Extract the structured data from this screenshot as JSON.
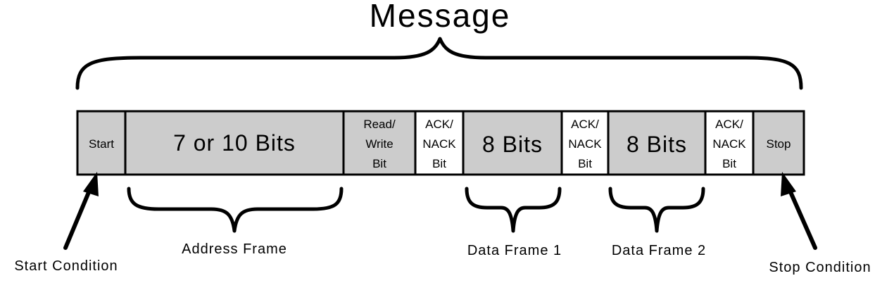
{
  "title": "Message",
  "cells": {
    "start": "Start",
    "address_bits": "7 or 10 Bits",
    "rw": [
      "Read/",
      "Write",
      "Bit"
    ],
    "ack1": [
      "ACK/",
      "NACK",
      "Bit"
    ],
    "data1_bits": "8 Bits",
    "ack2": [
      "ACK/",
      "NACK",
      "Bit"
    ],
    "data2_bits": "8 Bits",
    "ack3": [
      "ACK/",
      "NACK",
      "Bit"
    ],
    "stop": "Stop"
  },
  "labels": {
    "address_frame": "Address Frame",
    "data_frame_1": "Data Frame 1",
    "data_frame_2": "Data Frame 2",
    "start_condition": "Start Condition",
    "stop_condition": "Stop Condition"
  },
  "colors": {
    "shaded_cell": "#cccccc",
    "ack_cell": "#ffffff",
    "stroke": "#000000"
  }
}
